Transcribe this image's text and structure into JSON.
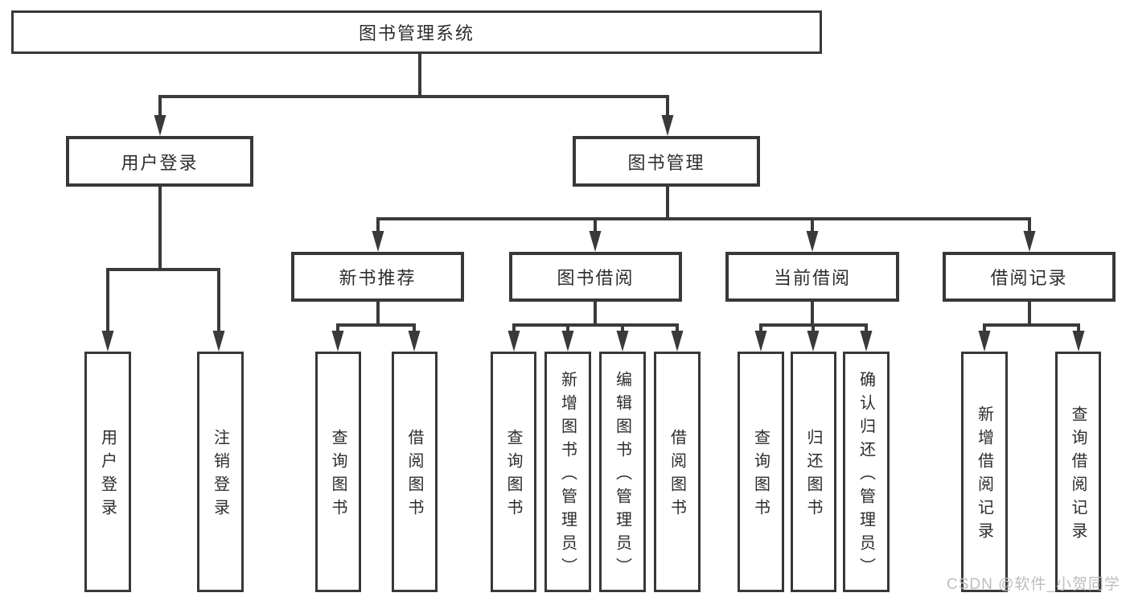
{
  "nodes": {
    "root": "图书管理系统",
    "l2": [
      "用户登录",
      "图书管理"
    ],
    "l3": [
      "新书推荐",
      "图书借阅",
      "当前借阅",
      "借阅记录"
    ],
    "leaves_user_login": [
      "用户登录",
      "注销登录"
    ],
    "leaves_new_book": [
      "查询图书",
      "借阅图书"
    ],
    "leaves_book_borrow": [
      "查询图书",
      "新增图书（管理员）",
      "编辑图书（管理员）",
      "借阅图书"
    ],
    "leaves_current_borrow": [
      "查询图书",
      "归还图书",
      "确认归还（管理员）"
    ],
    "leaves_borrow_records": [
      "新增借阅记录",
      "查询借阅记录"
    ]
  },
  "watermark": {
    "text": "CSDN @软件_小贺同学"
  },
  "colors": {
    "line": "#3a3a3a",
    "border": "#383838",
    "text": "#2d2d2d",
    "watermark": "#bcbcc2",
    "background": "#ffffff"
  }
}
